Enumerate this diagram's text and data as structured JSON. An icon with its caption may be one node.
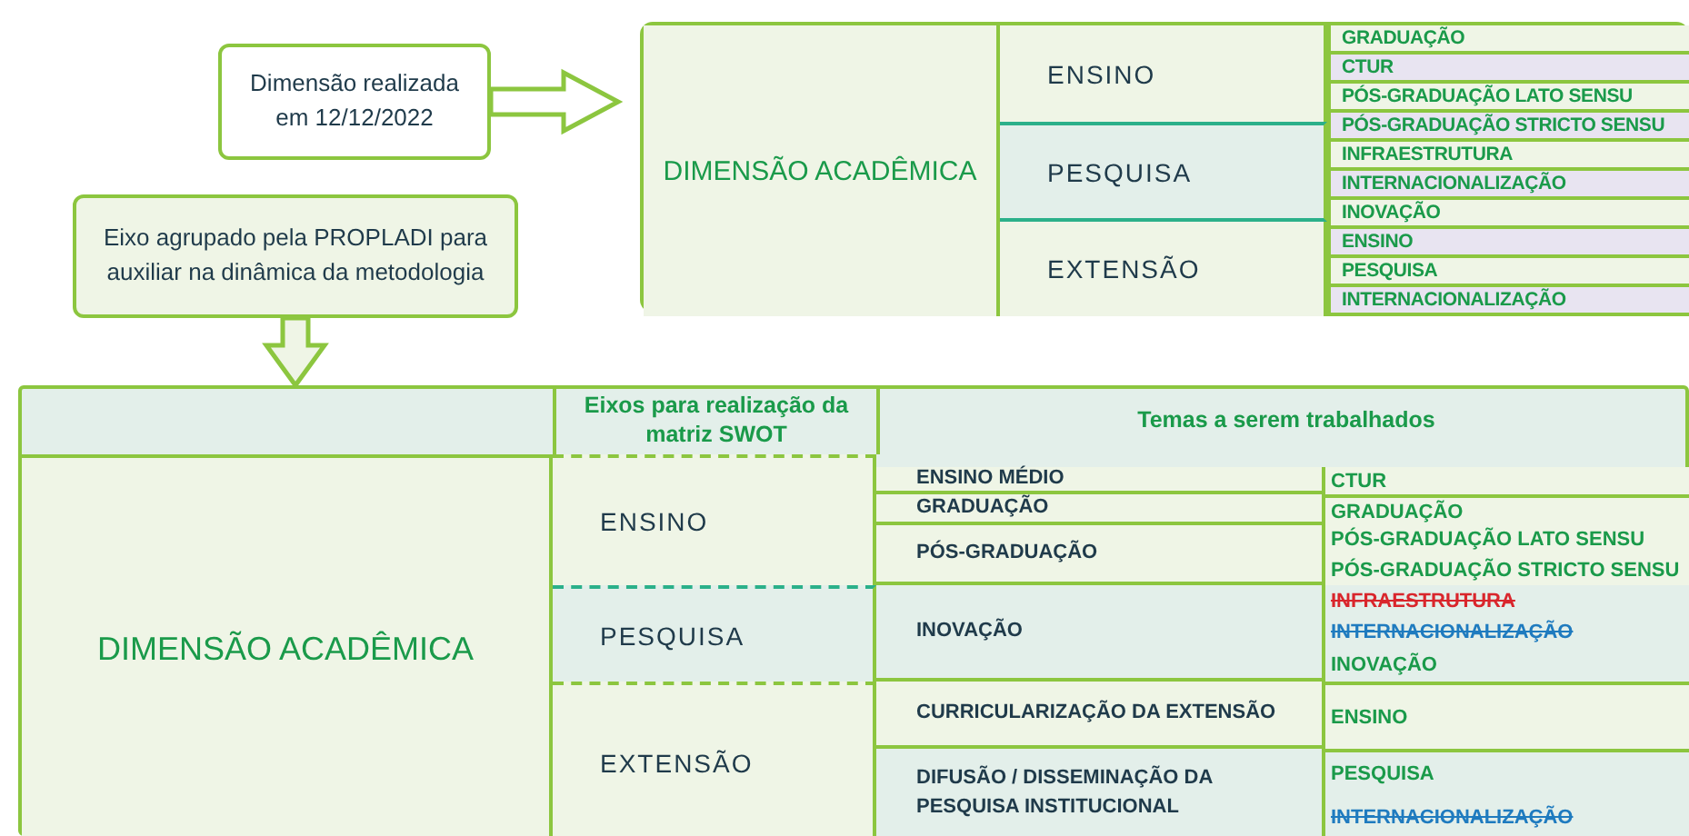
{
  "diagram": {
    "nodes": [
      {
        "text": [
          "Dimensão realizada em 12/12/2022"
        ]
      },
      {
        "text": [],
        "shape": "box"
      },
      {
        "text": [
          "DIMENSÃO ACADÊMICA"
        ],
        "in": 1
      },
      {
        "text": [
          "ENSINO"
        ],
        "in": 1
      },
      {
        "text": [
          "PESQUISA"
        ],
        "in": 1
      },
      {
        "text": [
          "EXTENSÃO"
        ],
        "in": 1
      },
      {
        "text": [
          "GRADUAÇÃO"
        ],
        "in": 1
      },
      {
        "text": [
          "CTUR"
        ],
        "in": 1
      },
      {
        "text": [
          "PÓS-GRADUAÇÃO LATO SENSU"
        ],
        "in": 1
      },
      {
        "text": [
          "PÓS-GRADUAÇÃO STRICTO SENSU"
        ],
        "in": 1
      },
      {
        "text": [
          "INFRAESTRUTURA"
        ],
        "in": 1
      },
      {
        "text": [
          "INTERNACIONALIZAÇÃO"
        ],
        "in": 1
      },
      {
        "text": [
          "INOVAÇÃO"
        ],
        "in": 1
      },
      {
        "text": [
          "ENSINO"
        ],
        "in": 1
      },
      {
        "text": [
          "PESQUISA"
        ],
        "in": 1
      },
      {
        "text": [
          "INTERNACIONALIZAÇÃO"
        ],
        "in": 1
      },
      {
        "text": [
          "Eixo agrupado pela PROPLADI para auxiliar na dinâmica da metodologia"
        ]
      },
      {
        "text": [],
        "shape": "box"
      },
      {
        "text": [
          "Eixos para realização da matriz SWOT"
        ],
        "in": 17
      },
      {
        "text": [
          "Temas a serem trabalhados"
        ],
        "in": 17
      },
      {
        "text": [
          "DIMENSÃO ACADÊMICA"
        ],
        "in": 17
      },
      {
        "text": [
          "ENSINO"
        ],
        "in": 17
      },
      {
        "text": [
          "ENSINO MÉDIO"
        ],
        "in": 17
      },
      {
        "text": [
          "CTUR"
        ],
        "in": 17
      },
      {
        "text": [
          "GRADUAÇÃO"
        ],
        "in": 17
      },
      {
        "text": [
          "GRADUAÇÃO"
        ],
        "in": 17
      },
      {
        "text": [
          "PÓS-GRADUAÇÃO"
        ],
        "in": 17
      },
      {
        "text": [
          "PÓS-GRADUAÇÃO LATO SENSU"
        ],
        "in": 17
      },
      {
        "text": [
          "PÓS-GRADUAÇÃO STRICTO SENSU"
        ],
        "in": 17
      },
      {
        "text": [
          "PESQUISA"
        ],
        "in": 17
      },
      {
        "text": [
          "INOVAÇÃO"
        ],
        "in": 17
      },
      {
        "text": [
          "INFRAESTRUTURA"
        ],
        "in": 17
      },
      {
        "text": [
          "INTERNACIONALIZAÇÃO"
        ],
        "in": 17
      },
      {
        "text": [
          "INOVAÇÃO"
        ],
        "in": 17
      },
      {
        "text": [
          "EXTENSÃO"
        ],
        "in": 17
      },
      {
        "text": [
          "CURRICULARIZAÇÃO DA EXTENSÃO"
        ],
        "in": 17
      },
      {
        "text": [
          "ENSINO"
        ],
        "in": 17
      },
      {
        "text": [
          "DIFUSÃO / DISSEMINAÇÃO DA PESQUISA INSTITUCIONAL"
        ],
        "in": 17
      },
      {
        "text": [
          "PESQUISA"
        ],
        "in": 17
      },
      {
        "text": [
          "INTERNACIONALIZAÇÃO"
        ],
        "in": 17
      }
    ],
    "edges": [
      {
        "from": 0,
        "to": 1,
        "arrow": "to"
      },
      {
        "from": 16,
        "to": 17,
        "arrow": "to"
      }
    ]
  }
}
